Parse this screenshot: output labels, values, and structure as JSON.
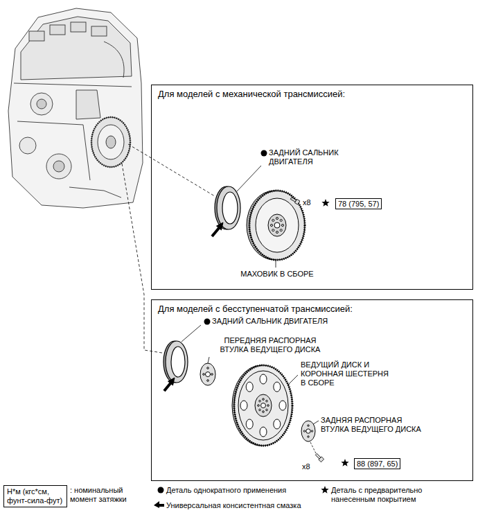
{
  "diagram": {
    "nodes": [
      {
        "text": [
          "Для моделей с механической трансмиссией:"
        ]
      },
      {
        "text": [
          "78 (795, 57)"
        ],
        "in": 0
      },
      {
        "text": [
          "Для моделей с бесступенчатой трансмиссией:"
        ]
      },
      {
        "text": [
          "88 (897, 65)"
        ],
        "in": 2
      },
      {
        "text": [
          "Н*м (кгс*см, фунт-сила-фут)"
        ]
      }
    ],
    "labels": [
      "ЗАДНИЙ САЛЬНИК ДВИГАТЕЛЯ",
      "x8",
      "МАХОВИК В СБОРЕ",
      "ЗАДНИЙ САЛЬНИК ДВИГАТЕЛЯ",
      "ПЕРЕДНЯЯ РАСПОРНАЯ ВТУЛКА ВЕДУЩЕГО ДИСКА",
      "ВЕДУЩИЙ ДИСК И КОРОННАЯ ШЕСТЕРНЯ В СБОРЕ",
      "ЗАДНЯЯ РАСПОРНАЯ ВТУЛКА ВЕДУЩЕГО ДИСКА",
      "x8"
    ],
    "legend": [
      {
        "text": ": номинальный момент затяжки"
      },
      {
        "text": "Деталь однократного применения"
      },
      {
        "text": "Деталь с предварительно нанесенным покрытием"
      },
      {
        "text": "Универсальная консистентная смазка"
      }
    ]
  }
}
